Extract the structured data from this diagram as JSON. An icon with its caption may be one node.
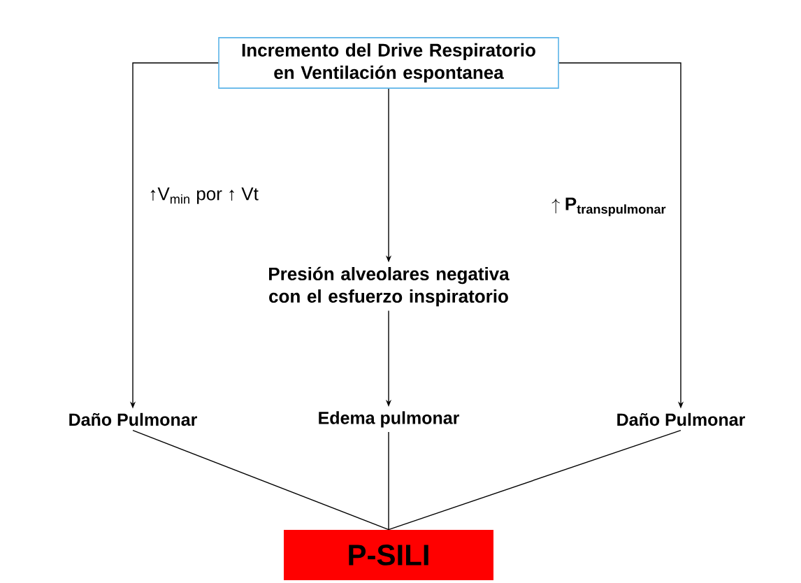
{
  "diagram": {
    "nodes": [
      {
        "text": [
          "Incremento del Drive Respiratorio en Ventilación espontanea"
        ]
      },
      {
        "text": [
          "Presión alveolares negativa con el esfuerzo inspiratorio"
        ]
      },
      {
        "text": [
          "Daño Pulmonar"
        ]
      },
      {
        "text": [
          "Edema pulmonar"
        ]
      },
      {
        "text": [
          "Daño Pulmonar"
        ]
      },
      {
        "text": [
          "P-SILI"
        ]
      }
    ],
    "edges": [
      {
        "from": 0,
        "to": 2,
        "arrow": "to",
        "label": "↑V$_{min}$ por ↑ Vt"
      },
      {
        "from": 0,
        "to": 1,
        "arrow": "to"
      },
      {
        "from": 1,
        "to": 3,
        "arrow": "to"
      },
      {
        "from": 0,
        "to": 4,
        "arrow": "to",
        "label": "\\uparrow\\mathbf{P}_{\\mathbf{transpulmonar}}"
      },
      {
        "from": 2,
        "to": 5,
        "arrow": "none"
      },
      {
        "from": 3,
        "to": 5,
        "arrow": "none"
      },
      {
        "from": 4,
        "to": 5,
        "arrow": "none"
      }
    ]
  }
}
